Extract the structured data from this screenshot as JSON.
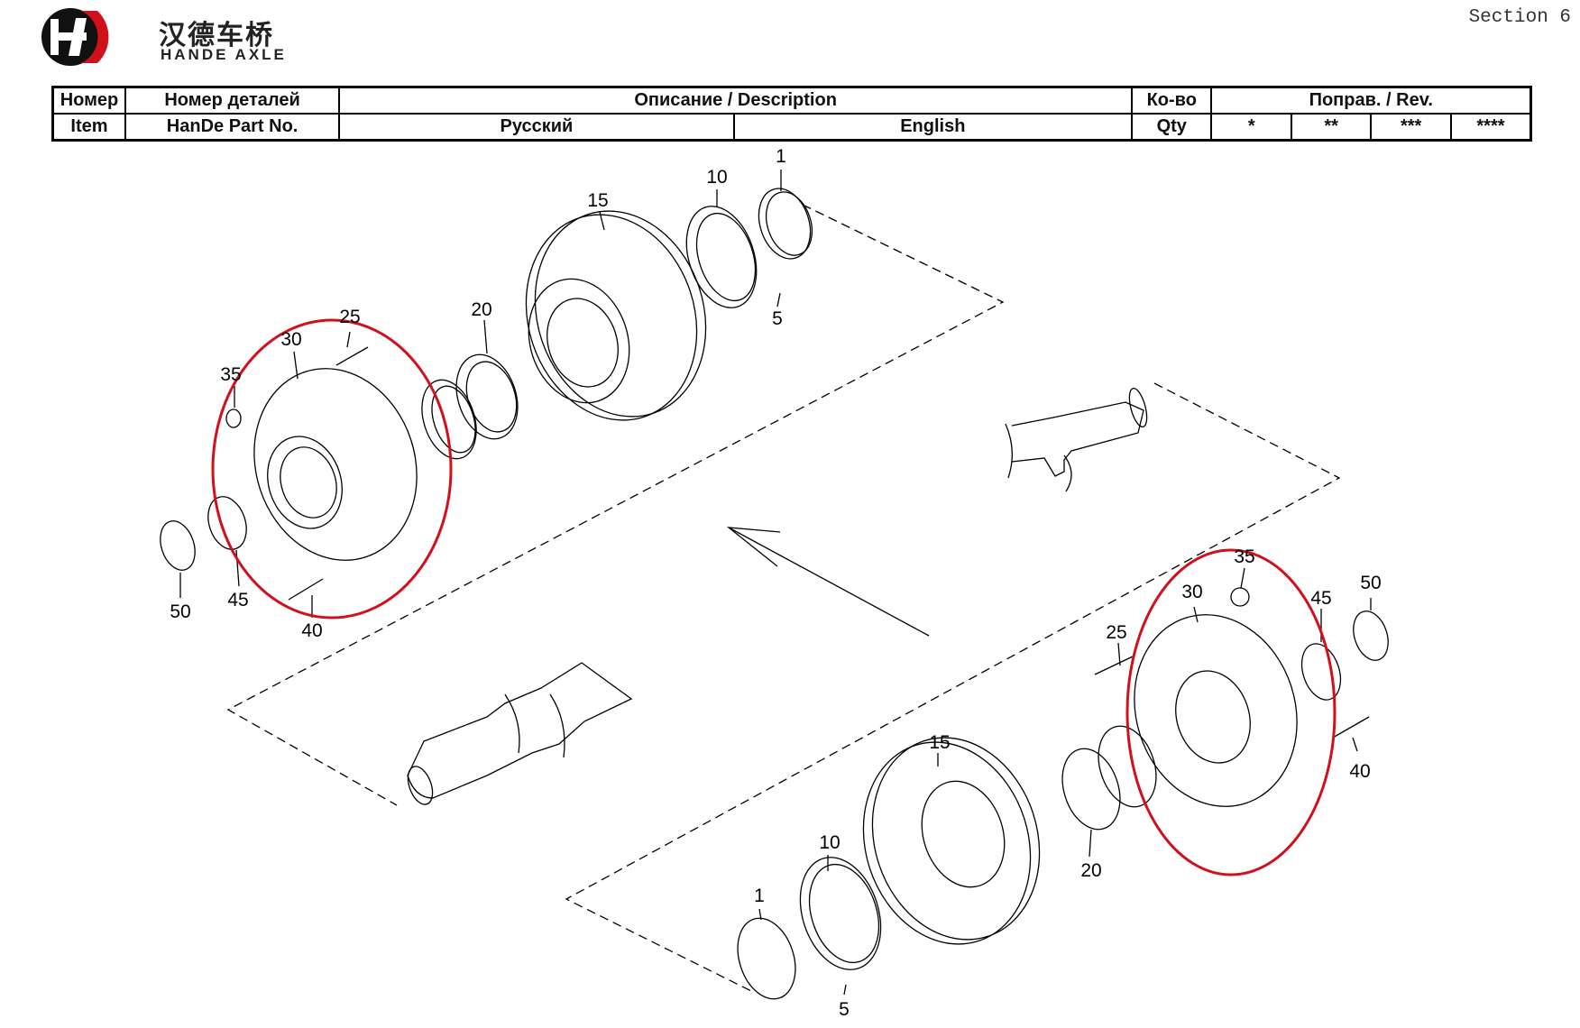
{
  "brand": {
    "name_cn": "汉德车桥",
    "name_en": "HANDE AXLE"
  },
  "section_label": "Section 6",
  "header_table": {
    "item_ru": "Номер",
    "item_en": "Item",
    "part_ru": "Номер деталей",
    "part_en": "HanDe Part No.",
    "description": "Описание / Description",
    "russian": "Русский",
    "english": "English",
    "qty_ru": "Ко-во",
    "qty_en": "Qty",
    "rev": "Поправ. / Rev.",
    "rev_cols": [
      "*",
      "**",
      "***",
      "****"
    ]
  },
  "callouts": {
    "left": [
      "1",
      "10",
      "15",
      "5",
      "20",
      "25",
      "30",
      "35",
      "50",
      "45",
      "40"
    ],
    "right": [
      "35",
      "30",
      "50",
      "45",
      "25",
      "40",
      "15",
      "10",
      "20",
      "1",
      "5"
    ]
  },
  "colors": {
    "highlight": "#d0101b",
    "logo": "#d0101b",
    "line": "#000000"
  }
}
